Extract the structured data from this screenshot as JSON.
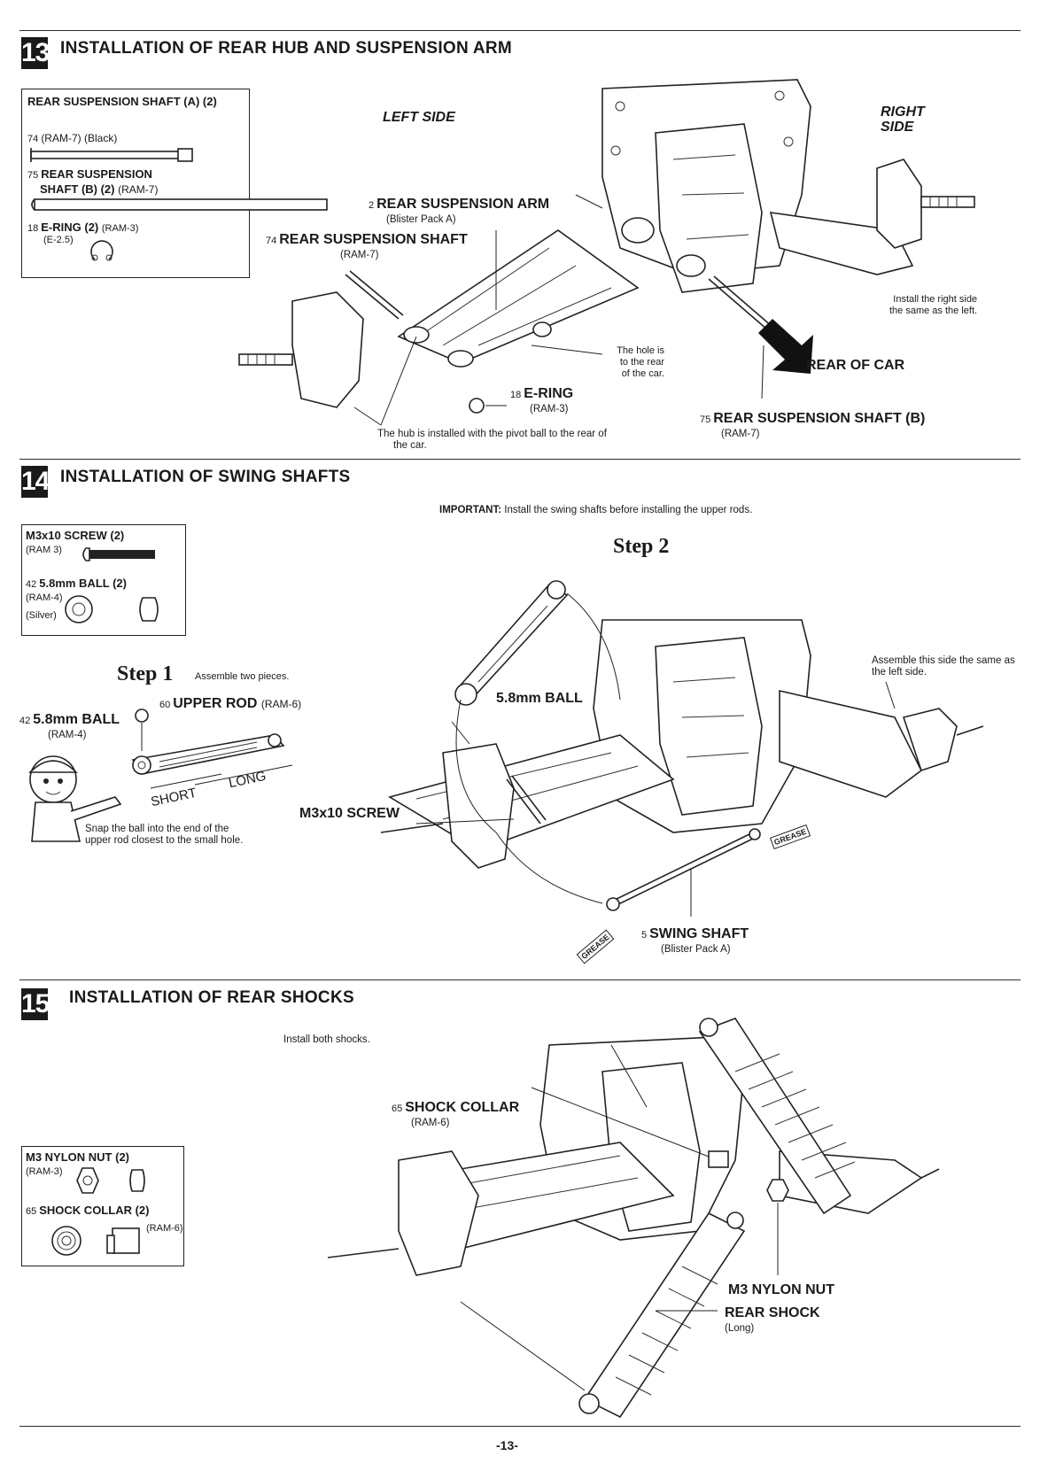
{
  "section13": {
    "badge": "13",
    "title": "INSTALLATION OF REAR HUB AND SUSPENSION ARM",
    "parts_box": {
      "heading": "REAR SUSPENSION SHAFT (A) (2)",
      "item74_num": "74",
      "item74_text": "(RAM-7) (Black)",
      "item75_num": "75",
      "item75_line1": "REAR SUSPENSION",
      "item75_line2": "SHAFT (B) (2)",
      "item75_bag": "(RAM-7)",
      "item18_num": "18",
      "item18_text": "E-RING (2)",
      "item18_bag": "(RAM-3)",
      "item18_size": "(E-2.5)"
    },
    "left_side": "LEFT SIDE",
    "right_side_line1": "RIGHT",
    "right_side_line2": "SIDE",
    "arm_num": "2",
    "arm_label": "REAR SUSPENSION ARM",
    "arm_sub": "(Blister Pack A)",
    "shaft_num": "74",
    "shaft_label": "REAR SUSPENSION SHAFT",
    "shaft_sub": "(RAM-7)",
    "right_note_line1": "Install the right side",
    "right_note_line2": "the same as the left.",
    "hole_note_line1": "The hole is",
    "hole_note_line2": "to the rear",
    "hole_note_line3": "of the car.",
    "rear_of_car": "REAR OF CAR",
    "ering_num": "18",
    "ering_label": "E-RING",
    "ering_sub": "(RAM-3)",
    "shaftb_num": "75",
    "shaftb_label": "REAR SUSPENSION SHAFT (B)",
    "shaftb_sub": "(RAM-7)",
    "hub_note_line1": "The hub is installed with the pivot ball to the rear of",
    "hub_note_line2": "the car."
  },
  "section14": {
    "badge": "14",
    "title": "INSTALLATION OF SWING SHAFTS",
    "important_label": "IMPORTANT:",
    "important_text": "Install the swing shafts before installing the upper rods.",
    "parts_box": {
      "screw_text": "M3x10 SCREW (2)",
      "screw_bag": "(RAM 3)",
      "ball_num": "42",
      "ball_text": "5.8mm BALL (2)",
      "ball_bag": "(RAM-4)",
      "ball_color": "(Silver)"
    },
    "step1_word": "Step 1",
    "step1_note": "Assemble two pieces.",
    "step2_word": "Step 2",
    "rod_num": "60",
    "rod_label": "UPPER ROD",
    "rod_bag": "(RAM-6)",
    "ball_num": "42",
    "ball_label": "5.8mm BALL",
    "ball_bag": "(RAM-4)",
    "short": "SHORT",
    "long": "LONG",
    "snap_line1": "Snap the ball into the end of the",
    "snap_line2": "upper rod closest to the small hole.",
    "ball2_label": "5.8mm BALL",
    "screw_label": "M3x10 SCREW",
    "assemble_line1": "Assemble this side the same as",
    "assemble_line2": "the left side.",
    "swing_num": "5",
    "swing_label": "SWING SHAFT",
    "swing_sub": "(Blister Pack A)",
    "grease": "GREASE"
  },
  "section15": {
    "badge": "15",
    "title": "INSTALLATION OF REAR SHOCKS",
    "install_note": "Install both shocks.",
    "parts_box": {
      "nut_text": "M3 NYLON NUT (2)",
      "nut_bag": "(RAM-3)",
      "collar_num": "65",
      "collar_text": "SHOCK COLLAR (2)",
      "collar_bag": "(RAM-6)"
    },
    "collar_label_num": "65",
    "collar_label": "SHOCK COLLAR",
    "collar_sub": "(RAM-6)",
    "nut_label": "M3 NYLON NUT",
    "shock_label": "REAR SHOCK",
    "shock_sub": "(Long)"
  },
  "page_number": "-13-"
}
